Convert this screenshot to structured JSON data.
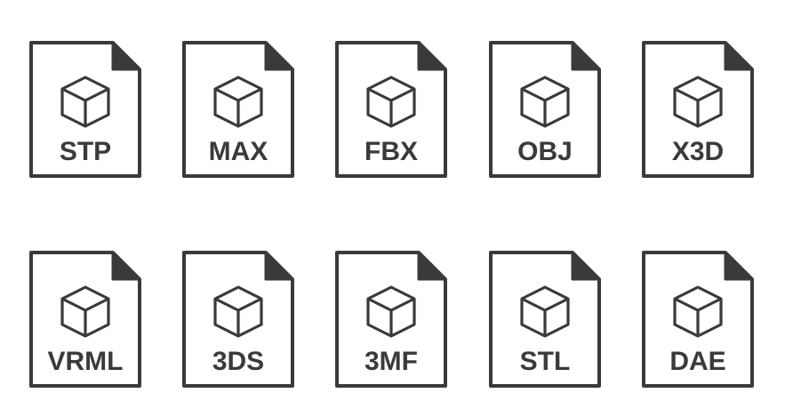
{
  "icon_color": "#3a3a3a",
  "icons": [
    {
      "label": "STP",
      "icon": "cube-icon"
    },
    {
      "label": "MAX",
      "icon": "cube-icon"
    },
    {
      "label": "FBX",
      "icon": "cube-icon"
    },
    {
      "label": "OBJ",
      "icon": "cube-icon"
    },
    {
      "label": "X3D",
      "icon": "cube-icon"
    },
    {
      "label": "VRML",
      "icon": "cube-icon"
    },
    {
      "label": "3DS",
      "icon": "cube-icon"
    },
    {
      "label": "3MF",
      "icon": "cube-icon"
    },
    {
      "label": "STL",
      "icon": "cube-icon"
    },
    {
      "label": "DAE",
      "icon": "cube-icon"
    }
  ]
}
